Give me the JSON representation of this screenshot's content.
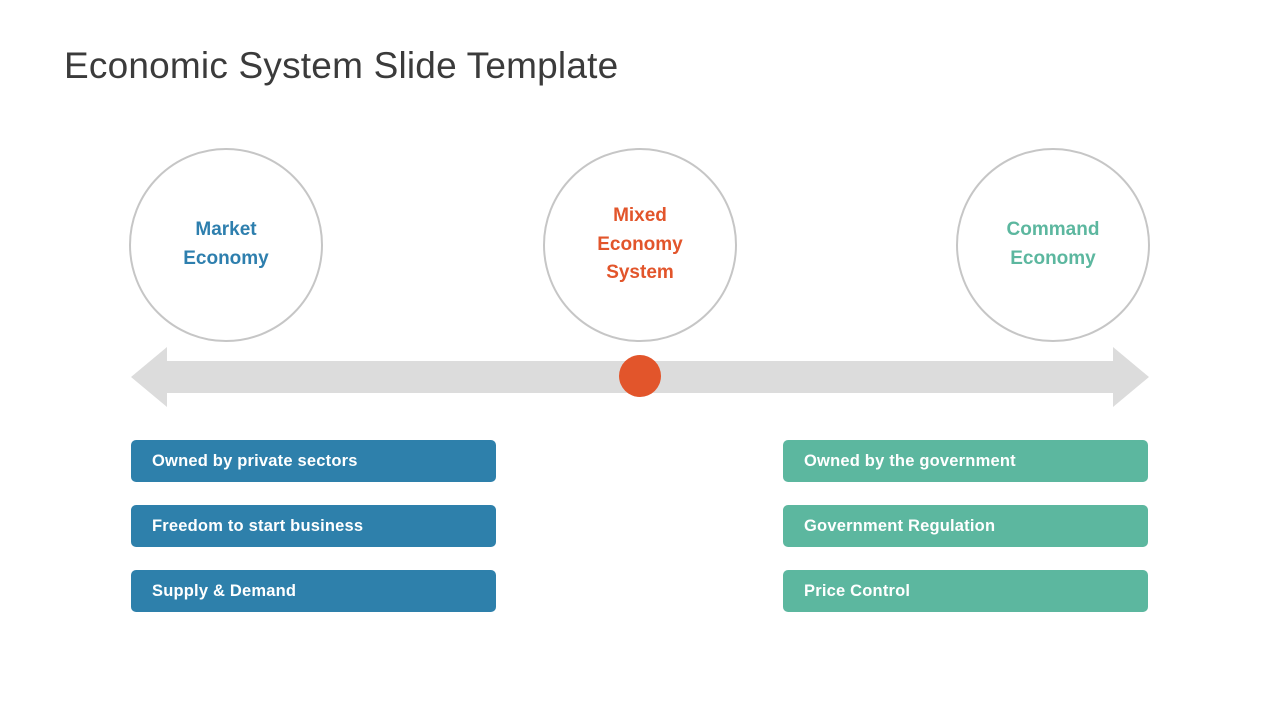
{
  "slide": {
    "title": "Economic System Slide Template",
    "background_color": "#ffffff",
    "title_color": "#3b3b3b"
  },
  "spectrum": {
    "arrow_color": "#dcdcdc",
    "circle_border_color": "#c6c6c6",
    "marker": {
      "name": "mixed-economy-marker",
      "color": "#e2552b",
      "position_label": "center"
    },
    "nodes": [
      {
        "id": "market-economy",
        "label": "Market\nEconomy",
        "color": "#2e7fae"
      },
      {
        "id": "mixed-economy-system",
        "label": "Mixed\nEconomy\nSystem",
        "color": "#e2552b"
      },
      {
        "id": "command-economy",
        "label": "Command\nEconomy",
        "color": "#5cb79f"
      }
    ]
  },
  "left_column": {
    "color": "#2e80ab",
    "items": [
      {
        "label": "Owned by private sectors"
      },
      {
        "label": "Freedom to start business"
      },
      {
        "label": "Supply & Demand"
      }
    ]
  },
  "right_column": {
    "color": "#5cb79f",
    "items": [
      {
        "label": "Owned by the government"
      },
      {
        "label": "Government Regulation"
      },
      {
        "label": "Price Control"
      }
    ]
  }
}
